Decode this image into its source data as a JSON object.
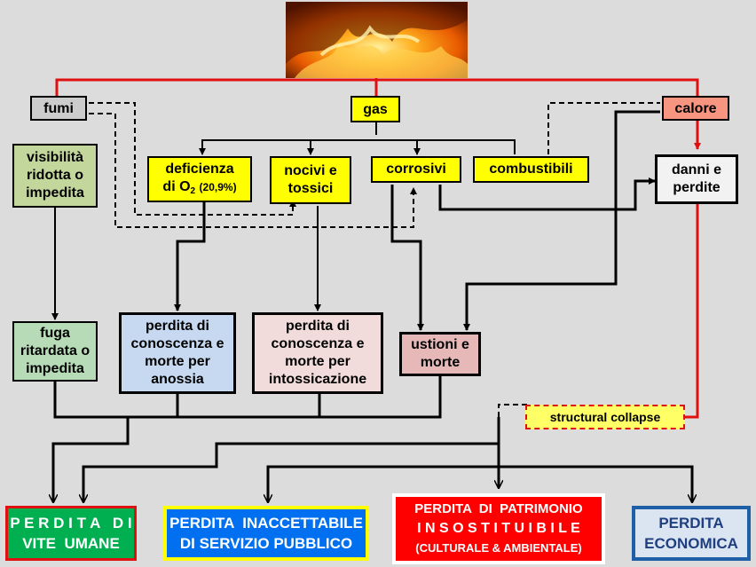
{
  "top_image": {
    "description": "flames"
  },
  "nodes": {
    "fumi": "fumi",
    "gas": "gas",
    "calore": "calore",
    "visibilita": [
      "visibilità",
      "ridotta o",
      "impedita"
    ],
    "deficienza": {
      "line1": "deficienza",
      "line2_prefix": "di O",
      "subscript": "2",
      "suffix": "(20,9%)"
    },
    "nocivi": [
      "nocivi e",
      "tossici"
    ],
    "corrosivi": "corrosivi",
    "combustibili": "combustibili",
    "danni": [
      "danni e",
      "perdite"
    ],
    "fuga": [
      "fuga",
      "ritardata o",
      "impedita"
    ],
    "perdita_anossia": [
      "perdita di",
      "conoscenza e",
      "morte per",
      "anossia"
    ],
    "perdita_intossicazione": [
      "perdita di",
      "conoscenza e",
      "morte per",
      "intossicazione"
    ],
    "ustioni": [
      "ustioni e",
      "morte"
    ],
    "collapse": "structural collapse"
  },
  "outcomes": {
    "vite": [
      "P E R D I T A   D I",
      "VITE  UMANE"
    ],
    "servizio": [
      "PERDITA  INACCETTABILE",
      "DI SERVIZIO PUBBLICO"
    ],
    "patrimonio": [
      "PERDITA  DI  PATRIMONIO",
      "I N S O S T I T U I B I L E",
      "(CULTURALE & AMBIENTALE)"
    ],
    "economica": [
      "PERDITA",
      "ECONOMICA"
    ]
  },
  "colors": {
    "background": "#dcdcdc",
    "red_line": "#e01010",
    "vite": "#00b050",
    "servizio": "#0070f0",
    "patrimonio": "#ff0000",
    "economica": "#dbe5f1"
  }
}
